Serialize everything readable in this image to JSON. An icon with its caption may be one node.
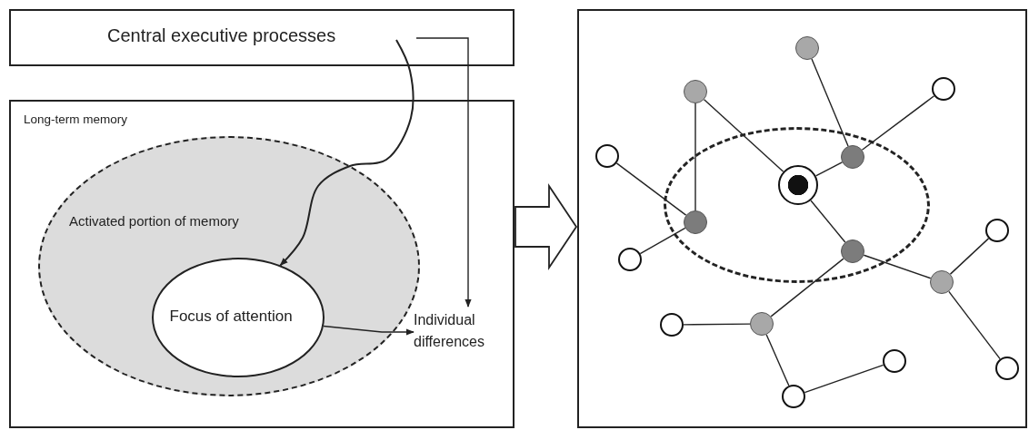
{
  "diagram": {
    "nodes": [
      {
        "text": [
          "Central executive processes"
        ]
      },
      {
        "text": [
          "Long-term memory"
        ]
      },
      {
        "text": [
          "Activated portion of memory"
        ],
        "in": 1
      },
      {
        "text": [
          "Focus of attention"
        ],
        "in": 2
      },
      {
        "text": [
          "Individual differences"
        ],
        "in": 1
      },
      {
        "text": [],
        "shape": "box"
      },
      {
        "text": [],
        "shape": "ellipse",
        "in": 5
      },
      {
        "text": [],
        "shape": "circle",
        "in": 5
      },
      {
        "text": [],
        "shape": "circle",
        "in": 5
      },
      {
        "text": [],
        "shape": "circle",
        "in": 5
      },
      {
        "text": [],
        "shape": "circle",
        "in": 5
      },
      {
        "text": [],
        "shape": "circle",
        "in": 6
      },
      {
        "text": [],
        "shape": "circle",
        "in": 6
      },
      {
        "text": [],
        "shape": "circle",
        "in": 6
      },
      {
        "text": [],
        "shape": "circle",
        "in": 5
      },
      {
        "text": [],
        "shape": "circle",
        "in": 6
      },
      {
        "text": [],
        "shape": "circle",
        "in": 5
      },
      {
        "text": [],
        "shape": "circle",
        "in": 5
      },
      {
        "text": [],
        "shape": "circle",
        "in": 5
      },
      {
        "text": [],
        "shape": "circle",
        "in": 5
      },
      {
        "text": [],
        "shape": "circle",
        "in": 5
      },
      {
        "text": [],
        "shape": "circle",
        "in": 5
      },
      {
        "text": [],
        "shape": "circle",
        "in": 5
      }
    ],
    "edges": [
      {
        "from": 0,
        "to": 3,
        "arrow": "to"
      },
      {
        "from": 0,
        "to": 4,
        "arrow": "to"
      },
      {
        "from": 3,
        "to": 4,
        "arrow": "to"
      },
      {
        "from": 1,
        "to": 5,
        "arrow": "to",
        "style": "thick"
      },
      {
        "from": 7,
        "to": 11,
        "arrow": "none"
      },
      {
        "from": 9,
        "to": 13,
        "arrow": "none"
      },
      {
        "from": 9,
        "to": 12,
        "arrow": "none"
      },
      {
        "from": 8,
        "to": 11,
        "arrow": "none"
      },
      {
        "from": 10,
        "to": 13,
        "arrow": "none"
      },
      {
        "from": 11,
        "to": 12,
        "arrow": "none"
      },
      {
        "from": 13,
        "to": 16,
        "arrow": "none"
      },
      {
        "from": 12,
        "to": 15,
        "arrow": "none"
      },
      {
        "from": 15,
        "to": 18,
        "arrow": "none"
      },
      {
        "from": 15,
        "to": 17,
        "arrow": "none"
      },
      {
        "from": 17,
        "to": 14,
        "arrow": "none"
      },
      {
        "from": 17,
        "to": 21,
        "arrow": "none"
      },
      {
        "from": 18,
        "to": 19,
        "arrow": "none"
      },
      {
        "from": 18,
        "to": 22,
        "arrow": "none"
      },
      {
        "from": 22,
        "to": 20,
        "arrow": "none"
      }
    ]
  }
}
